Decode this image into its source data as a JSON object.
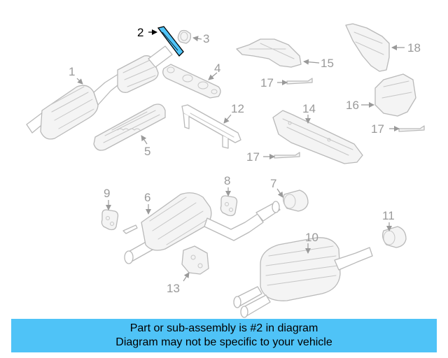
{
  "diagram": {
    "callouts": {
      "c1": "1",
      "c2": "2",
      "c3": "3",
      "c4": "4",
      "c5": "5",
      "c6": "6",
      "c7": "7",
      "c8": "8",
      "c9": "9",
      "c10": "10",
      "c11": "11",
      "c12": "12",
      "c13": "13",
      "c14": "14",
      "c15": "15",
      "c16": "16",
      "c17a": "17",
      "c17b": "17",
      "c17c": "17",
      "c18": "18"
    },
    "highlighted_part": "2",
    "colors": {
      "highlight": "#4fc3f7",
      "linework": "#b9b9b9",
      "label_text": "#9a9a9a",
      "highlight_label": "#000000"
    }
  },
  "banner": {
    "line1": "Part or sub-assembly is #2 in diagram",
    "line2": "Diagram may not be specific to your vehicle"
  }
}
